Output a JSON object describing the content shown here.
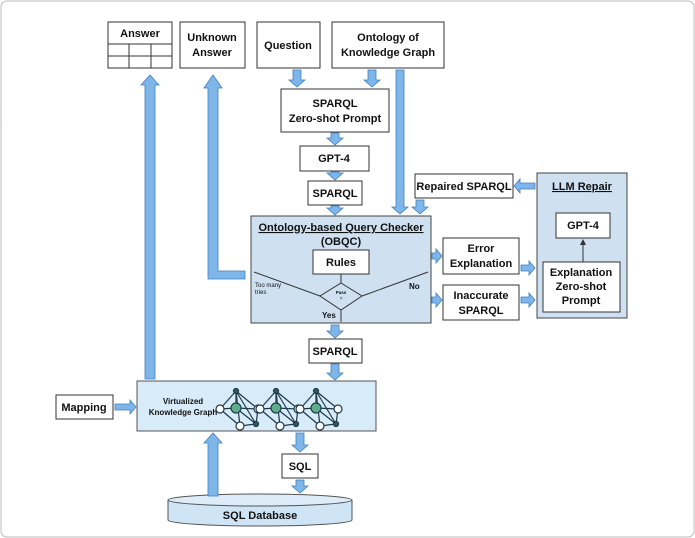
{
  "answer": {
    "label": "Answer"
  },
  "unknown_answer": {
    "line1": "Unknown",
    "line2": "Answer"
  },
  "question": {
    "label": "Question"
  },
  "ontology": {
    "line1": "Ontology of",
    "line2": "Knowledge Graph"
  },
  "zero_shot": {
    "line1": "SPARQL",
    "line2": "Zero-shot Prompt"
  },
  "gpt4": {
    "label": "GPT-4"
  },
  "sparql_top": {
    "label": "SPARQL"
  },
  "obqc": {
    "title": "Ontology-based Query Checker",
    "subtitle": "(OBQC)",
    "rules": "Rules",
    "pass_line1": "Pass",
    "pass_line2": "?",
    "too_many_line1": "Too many",
    "too_many_line2": "tries",
    "no": "No",
    "yes": "Yes"
  },
  "error_explanation": {
    "line1": "Error",
    "line2": "Explanation"
  },
  "inaccurate": {
    "line1": "Inaccurate",
    "line2": "SPARQL"
  },
  "repaired": {
    "label": "Repaired SPARQL"
  },
  "llm_repair": {
    "title": "LLM Repair",
    "gpt4": "GPT-4",
    "line1": "Explanation",
    "line2": "Zero-shot",
    "line3": "Prompt"
  },
  "sparql_bottom": {
    "label": "SPARQL"
  },
  "vkg": {
    "line1": "Virtualized",
    "line2": "Knowledge Graph"
  },
  "mapping": {
    "label": "Mapping"
  },
  "sql": {
    "label": "SQL"
  },
  "database": {
    "label": "SQL Database"
  },
  "colors": {
    "panel": "#cfe0f1",
    "arrow": "#7fb6ea",
    "node_green": "#5fae8a"
  }
}
